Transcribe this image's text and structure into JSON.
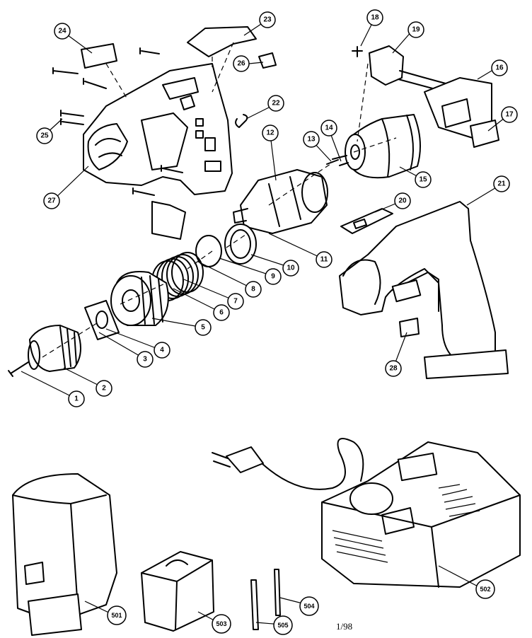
{
  "diagram": {
    "date_code": "1/98",
    "callouts": [
      "24",
      "23",
      "18",
      "19",
      "16",
      "26",
      "22",
      "12",
      "13",
      "14",
      "15",
      "17",
      "25",
      "27",
      "20",
      "21",
      "11",
      "10",
      "9",
      "8",
      "7",
      "6",
      "5",
      "4",
      "3",
      "2",
      "1",
      "28",
      "501",
      "502",
      "503",
      "504",
      "505"
    ]
  }
}
